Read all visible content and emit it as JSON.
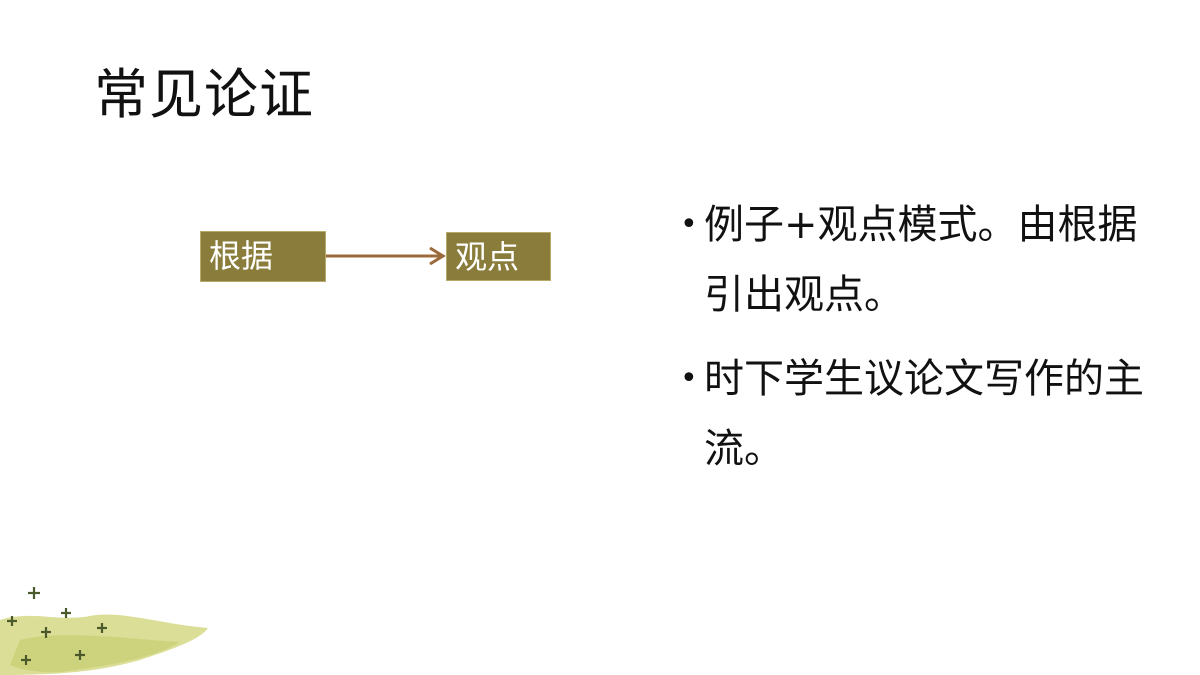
{
  "slide": {
    "title": "常见论证",
    "diagram": {
      "from_label": "根据",
      "to_label": "观点"
    },
    "bullets": [
      "例子+观点模式。由根据引出观点。",
      "时下学生议论文写作的主流。"
    ]
  },
  "colors": {
    "box_fill": "#8a7d3c",
    "box_border": "#b7a96a",
    "arrow": "#9a6a3a",
    "deco_wash": "#d6da8c",
    "deco_plus": "#4a5a2a"
  }
}
